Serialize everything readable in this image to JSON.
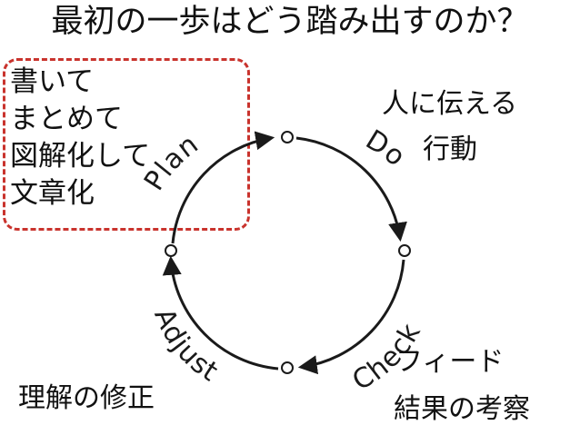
{
  "title": "最初の一歩はどう踏み出すのか？",
  "note_box": {
    "lines": [
      "書いて",
      "まとめて",
      "図解化して",
      "文章化"
    ],
    "border_color": "#c9332d"
  },
  "cycle": {
    "phases": [
      "Plan",
      "Do",
      "Check",
      "Adjust"
    ],
    "stroke_color": "#1a1a1a"
  },
  "labels": {
    "share": "人に伝える",
    "action": "行動",
    "revise": "理解の修正",
    "feedback": "フィード",
    "result": "結果の考察"
  }
}
